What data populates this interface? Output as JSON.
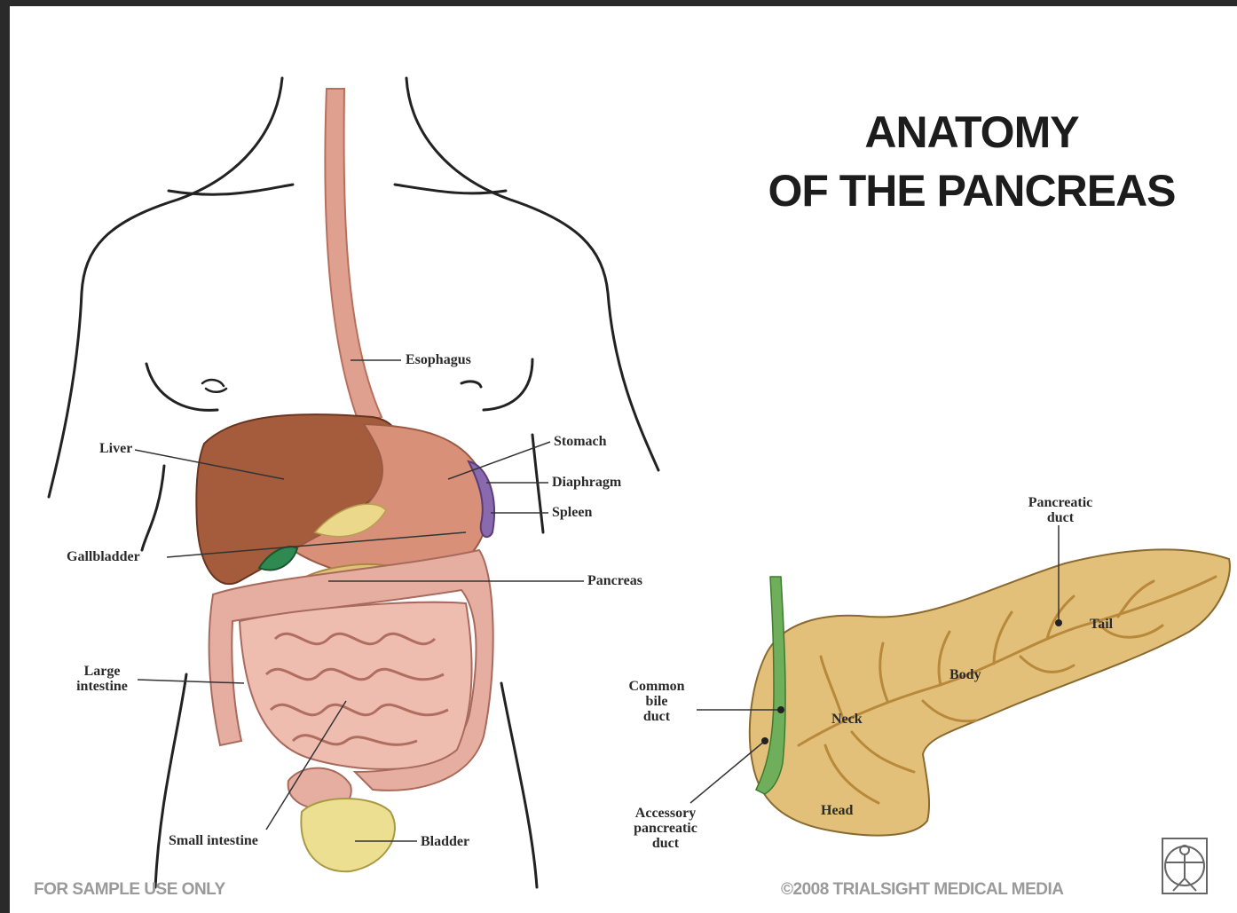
{
  "title": {
    "line1": "ANATOMY",
    "line2": "OF THE PANCREAS"
  },
  "torso_labels": {
    "esophagus": "Esophagus",
    "liver": "Liver",
    "stomach": "Stomach",
    "diaphragm": "Diaphragm",
    "spleen": "Spleen",
    "gallbladder": "Gallbladder",
    "pancreas": "Pancreas",
    "large_intestine_1": "Large",
    "large_intestine_2": "intestine",
    "small_intestine": "Small intestine",
    "bladder": "Bladder"
  },
  "pancreas_labels": {
    "pancreatic_duct_1": "Pancreatic",
    "pancreatic_duct_2": "duct",
    "tail": "Tail",
    "body": "Body",
    "neck": "Neck",
    "head": "Head",
    "common_bile_duct_1": "Common",
    "common_bile_duct_2": "bile",
    "common_bile_duct_3": "duct",
    "accessory_duct_1": "Accessory",
    "accessory_duct_2": "pancreatic",
    "accessory_duct_3": "duct"
  },
  "footer": {
    "left": "FOR SAMPLE USE ONLY",
    "right": "©2008 TRIALSIGHT MEDICAL MEDIA"
  },
  "colors": {
    "liver": "#a45c3c",
    "stomach": "#d89178",
    "esophagus": "#e0a090",
    "spleen": "#8a6aae",
    "gallbladder": "#2e8a50",
    "intestine": "#e6aea0",
    "pancreas_fill": "#e3c07a",
    "bile_duct": "#6fae5a",
    "bladder": "#ecdf92"
  }
}
